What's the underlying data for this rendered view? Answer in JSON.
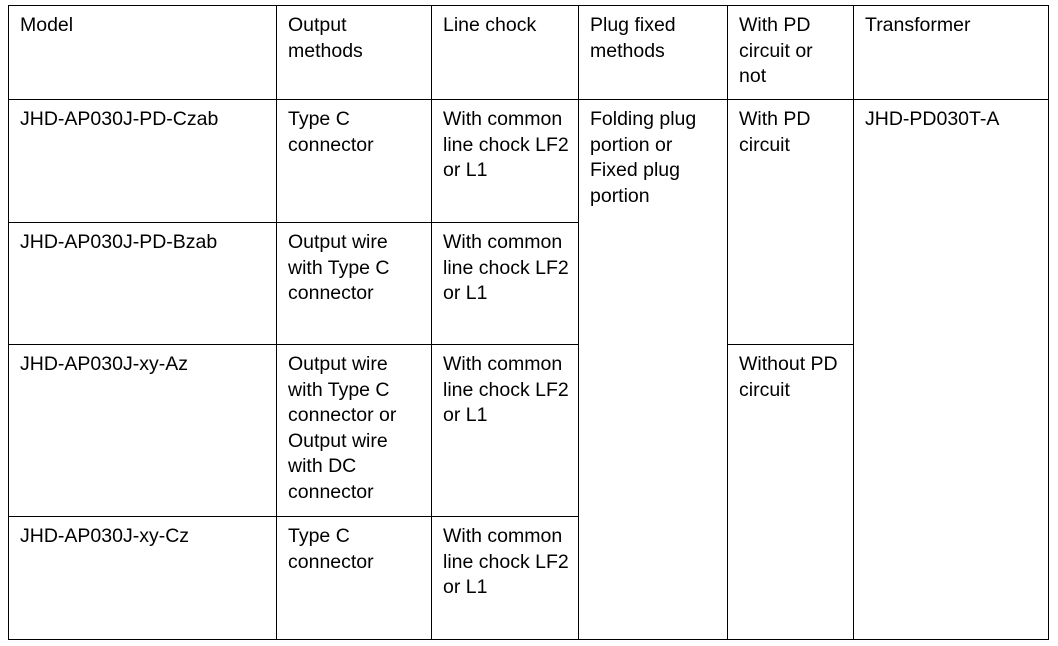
{
  "table": {
    "columns": [
      {
        "key": "model",
        "label": "Model"
      },
      {
        "key": "output",
        "label": "Output methods"
      },
      {
        "key": "chock",
        "label": "Line chock"
      },
      {
        "key": "plug",
        "label": "Plug fixed methods"
      },
      {
        "key": "pd",
        "label": "With PD circuit or not"
      },
      {
        "key": "transformer",
        "label": "Transformer"
      }
    ],
    "rows": [
      {
        "model": "JHD-AP030J-PD-Czab",
        "output": "Type C connector",
        "chock": "With common line chock LF2 or L1",
        "plug": "Folding plug portion or Fixed plug portion",
        "pd": "With PD circuit",
        "transformer": "JHD-PD030T-A"
      },
      {
        "model": "JHD-AP030J-PD-Bzab",
        "output": "Output wire with Type C connector",
        "chock": "With common line chock LF2 or L1"
      },
      {
        "model": "JHD-AP030J-xy-Az",
        "output": "Output wire with Type C connector or Output wire with DC connector",
        "chock": "With common line chock LF2 or L1",
        "pd": "Without PD circuit"
      },
      {
        "model": "JHD-AP030J-xy-Cz",
        "output": "Type C connector",
        "chock": "With common line chock LF2 or L1"
      }
    ]
  },
  "style": {
    "border_color": "#000000",
    "text_color": "#000000",
    "background": "#ffffff"
  }
}
